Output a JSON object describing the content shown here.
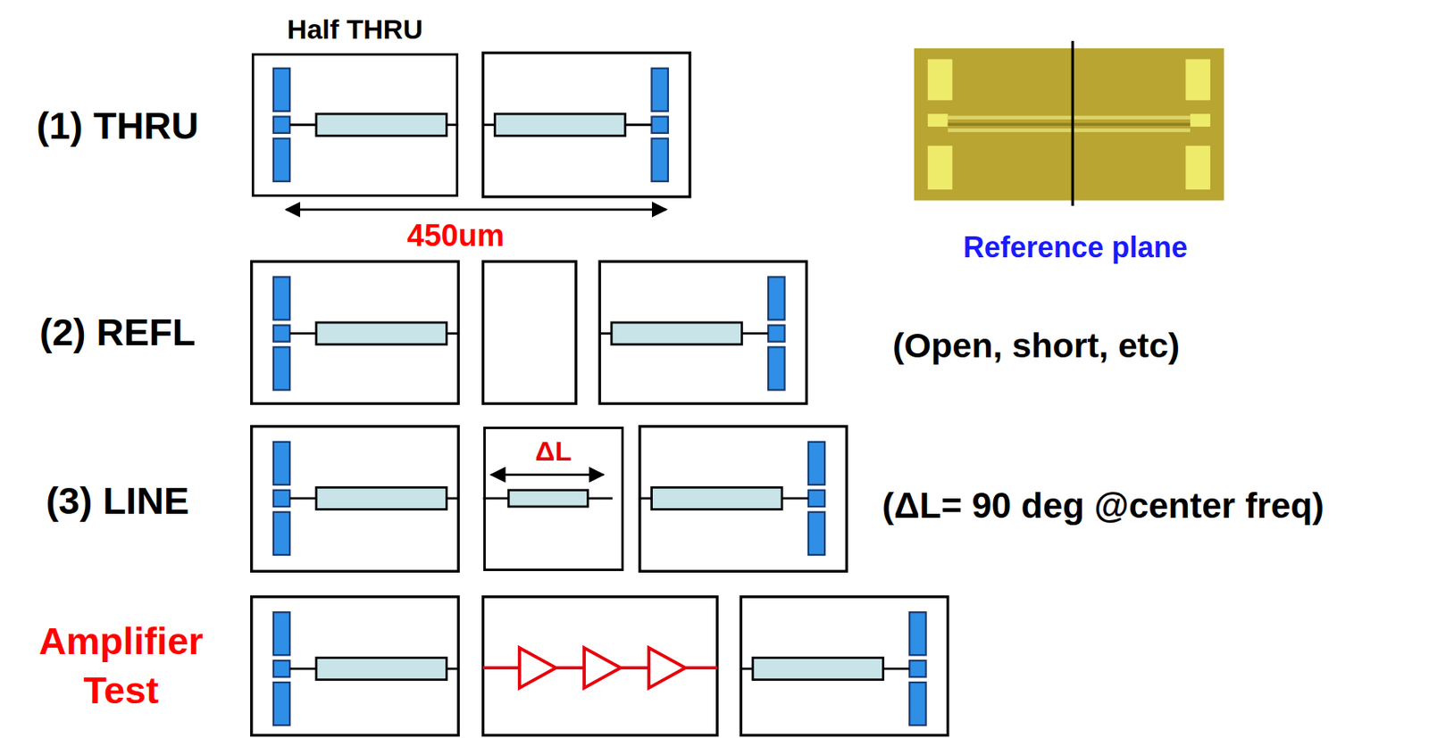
{
  "diagram": {
    "nodes": [
      {
        "text": [
          "Half THRU"
        ]
      },
      {
        "text": [
          "ΔL"
        ]
      }
    ],
    "labels": [
      "(1) THRU",
      "450um",
      "Reference plane",
      "(2) REFL",
      "(Open, short, etc)",
      "(3) LINE",
      "(ΔL= 90 deg @center freq)",
      "Amplifier Test"
    ]
  }
}
